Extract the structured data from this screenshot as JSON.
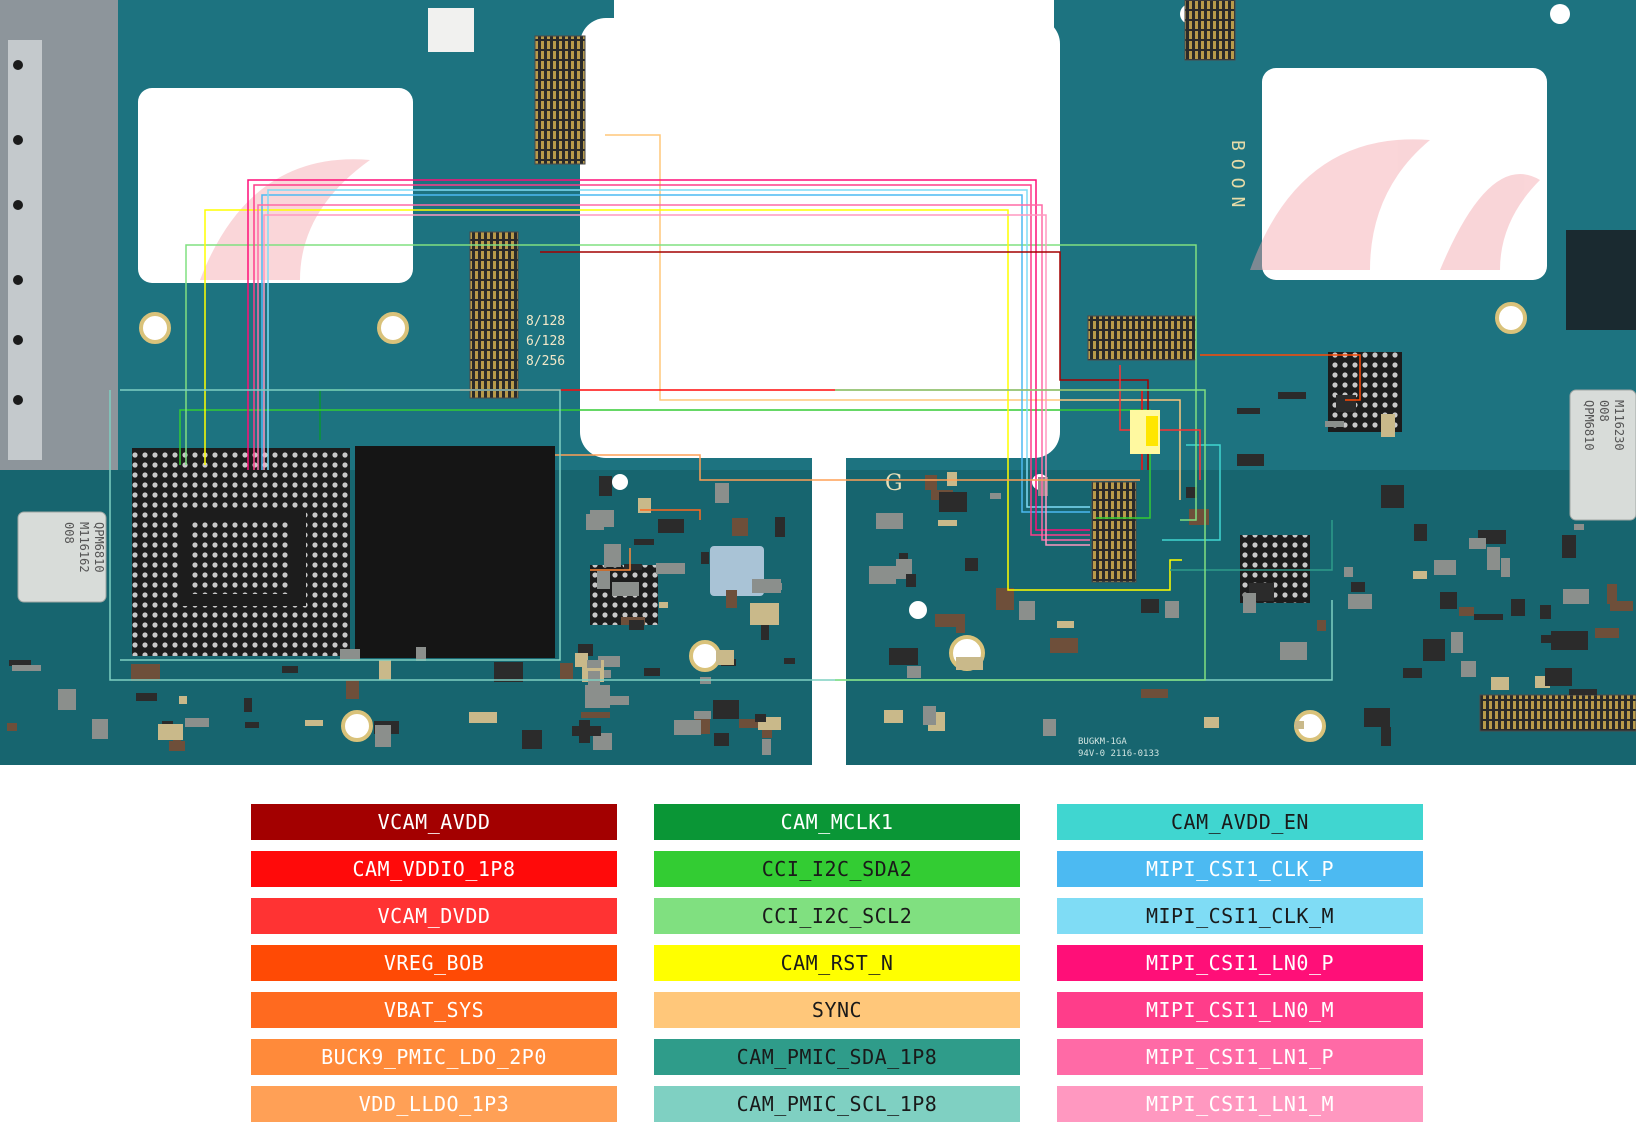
{
  "board": {
    "board_text": {
      "module_left": [
        "QPM6810",
        "M116162",
        "008"
      ],
      "module_right": [
        "QPM6810",
        "008",
        "M116230"
      ],
      "memory_options": [
        "8/128",
        "6/128",
        "8/256"
      ],
      "vertical_text": "BOON",
      "board_code": [
        "BUGKM-1GA",
        "94V-0 2116-0133"
      ],
      "cert_mark": "G"
    }
  },
  "legend": {
    "columns": [
      [
        {
          "label": "VCAM_AVDD",
          "color": "#a30000",
          "text_color": "#ffffff"
        },
        {
          "label": "CAM_VDDIO_1P8",
          "color": "#ff0a0a",
          "text_color": "#ffffff"
        },
        {
          "label": "VCAM_DVDD",
          "color": "#ff3333",
          "text_color": "#ffffff"
        },
        {
          "label": "VREG_BOB",
          "color": "#ff4a05",
          "text_color": "#ffffff"
        },
        {
          "label": "VBAT_SYS",
          "color": "#ff6a1f",
          "text_color": "#ffffff"
        },
        {
          "label": "BUCK9_PMIC_LDO_2P0",
          "color": "#ff8a3a",
          "text_color": "#ffffff"
        },
        {
          "label": "VDD_LLDO_1P3",
          "color": "#ffa056",
          "text_color": "#ffffff"
        }
      ],
      [
        {
          "label": "CAM_MCLK1",
          "color": "#0a9636",
          "text_color": "#ffffff"
        },
        {
          "label": "CCI_I2C_SDA2",
          "color": "#33cc33",
          "text_color": "#1a1a1a"
        },
        {
          "label": "CCI_I2C_SCL2",
          "color": "#80e080",
          "text_color": "#1a1a1a"
        },
        {
          "label": "CAM_RST_N",
          "color": "#ffff00",
          "text_color": "#1a1a1a"
        },
        {
          "label": "SYNC",
          "color": "#ffc77a",
          "text_color": "#1a1a1a"
        },
        {
          "label": "CAM_PMIC_SDA_1P8",
          "color": "#2f9c8a",
          "text_color": "#1a1a1a"
        },
        {
          "label": "CAM_PMIC_SCL_1P8",
          "color": "#7fd0c2",
          "text_color": "#1a1a1a"
        }
      ],
      [
        {
          "label": "CAM_AVDD_EN",
          "color": "#40d6d0",
          "text_color": "#1a1a1a"
        },
        {
          "label": "MIPI_CSI1_CLK_P",
          "color": "#4cbaf2",
          "text_color": "#ffffff"
        },
        {
          "label": "MIPI_CSI1_CLK_M",
          "color": "#7fdcf5",
          "text_color": "#1a1a1a"
        },
        {
          "label": "MIPI_CSI1_LN0_P",
          "color": "#ff0f78",
          "text_color": "#ffffff"
        },
        {
          "label": "MIPI_CSI1_LN0_M",
          "color": "#ff3d8a",
          "text_color": "#ffffff"
        },
        {
          "label": "MIPI_CSI1_LN1_P",
          "color": "#ff6aa6",
          "text_color": "#ffffff"
        },
        {
          "label": "MIPI_CSI1_LN1_M",
          "color": "#ff98c0",
          "text_color": "#ffffff"
        }
      ]
    ]
  }
}
